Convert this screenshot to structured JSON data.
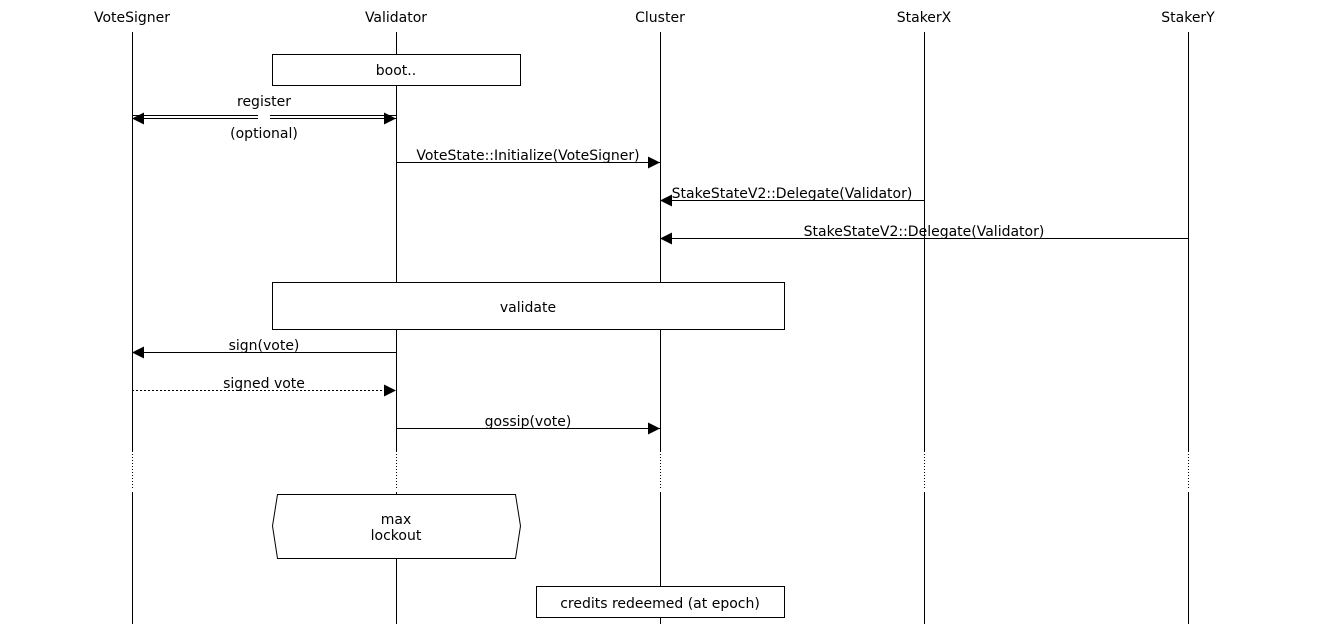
{
  "participants": [
    "VoteSigner",
    "Validator",
    "Cluster",
    "StakerX",
    "StakerY"
  ],
  "boxes": {
    "boot": "boot..",
    "validate": "validate",
    "max_lockout_line1": "max",
    "max_lockout_line2": "lockout",
    "credits": "credits redeemed (at epoch)"
  },
  "messages": {
    "register": "register",
    "register_note": "(optional)",
    "initialize": "VoteState::Initialize(VoteSigner)",
    "delegate_x": "StakeStateV2::Delegate(Validator)",
    "delegate_y": "StakeStateV2::Delegate(Validator)",
    "sign": "sign(vote)",
    "signed_vote": "signed vote",
    "gossip": "gossip(vote)"
  }
}
